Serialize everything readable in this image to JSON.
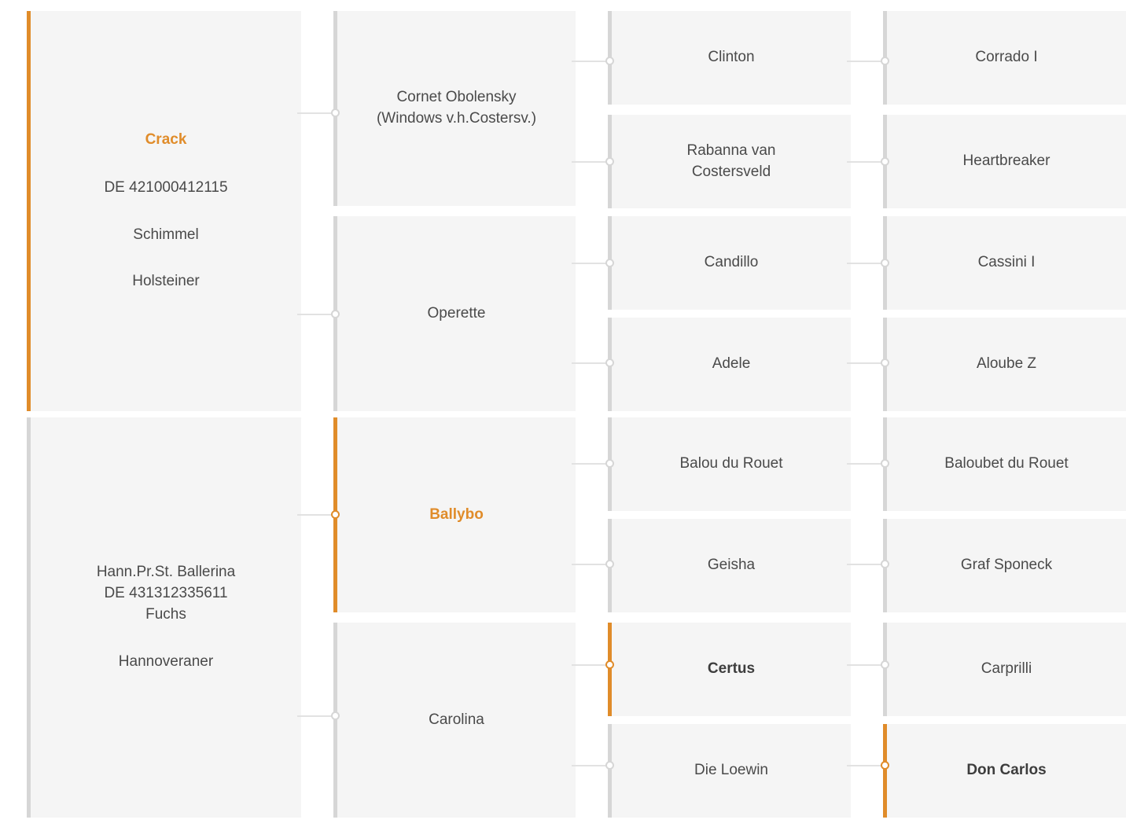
{
  "theme": {
    "accent": "#e08c2a",
    "card_bg": "#f5f5f5",
    "border": "#d6d6d6",
    "connector": "#e2e2e2",
    "text": "#4a4a4a"
  },
  "pedigree": {
    "root": {
      "name": "Crack",
      "meta": [
        "DE 421000412115",
        "Schimmel",
        "Holsteiner"
      ]
    },
    "dam": {
      "name_lines": [
        "Hann.Pr.St. Ballerina",
        "DE 431312335611",
        "Fuchs"
      ],
      "breed": "Hannoveraner"
    },
    "gen2": [
      {
        "name": "Cornet Obolensky\n(Windows v.h.Costersv.)",
        "accent": false,
        "bold": false
      },
      {
        "name": "Operette",
        "accent": false,
        "bold": false
      },
      {
        "name": "Ballybo",
        "accent": true,
        "bold": true
      },
      {
        "name": "Carolina",
        "accent": false,
        "bold": false
      }
    ],
    "gen3": [
      {
        "name": "Clinton",
        "accent": false,
        "bold": false
      },
      {
        "name": "Rabanna van\nCostersveld",
        "accent": false,
        "bold": false
      },
      {
        "name": "Candillo",
        "accent": false,
        "bold": false
      },
      {
        "name": "Adele",
        "accent": false,
        "bold": false
      },
      {
        "name": "Balou du Rouet",
        "accent": false,
        "bold": false
      },
      {
        "name": "Geisha",
        "accent": false,
        "bold": false
      },
      {
        "name": "Certus",
        "accent": true,
        "bold": true
      },
      {
        "name": "Die Loewin",
        "accent": false,
        "bold": false
      }
    ],
    "gen4": [
      {
        "name": "Corrado I",
        "accent": false,
        "bold": false
      },
      {
        "name": "Heartbreaker",
        "accent": false,
        "bold": false
      },
      {
        "name": "Cassini I",
        "accent": false,
        "bold": false
      },
      {
        "name": "Aloube Z",
        "accent": false,
        "bold": false
      },
      {
        "name": "Baloubet du Rouet",
        "accent": false,
        "bold": false
      },
      {
        "name": "Graf Sponeck",
        "accent": false,
        "bold": false
      },
      {
        "name": "Carprilli",
        "accent": false,
        "bold": false
      },
      {
        "name": "Don Carlos",
        "accent": true,
        "bold": true
      }
    ]
  }
}
